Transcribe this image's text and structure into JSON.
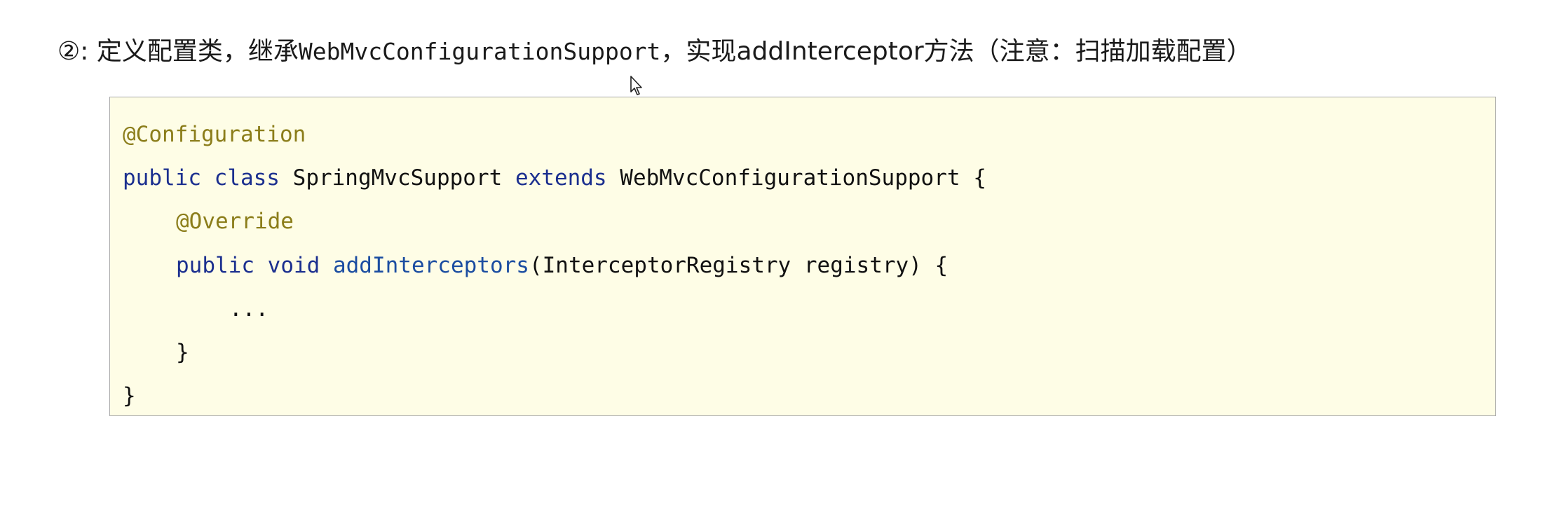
{
  "heading": {
    "prefix": "②: 定义配置类，继承",
    "class_name": "WebMvcConfigurationSupport",
    "middle": "，实现",
    "method_name": "addInterceptor",
    "suffix": "方法（注意：扫描加载配置）"
  },
  "code": {
    "line1": {
      "annotation": "@Configuration"
    },
    "line2": {
      "kw_public": "public",
      "kw_class": "class",
      "class_name": "SpringMvcSupport",
      "kw_extends": "extends",
      "parent": "WebMvcConfigurationSupport",
      "brace": "{"
    },
    "line3": {
      "annotation": "@Override"
    },
    "line4": {
      "kw_public": "public",
      "kw_void": "void",
      "method": "addInterceptors",
      "params": "(InterceptorRegistry registry) {"
    },
    "line5": {
      "text": "..."
    },
    "line6": {
      "text": "}"
    },
    "line7": {
      "text": "}"
    }
  },
  "colors": {
    "code_background": "#fefde6",
    "annotation": "#8b7d1a",
    "keyword": "#1b2f8f"
  },
  "icons": {
    "cursor": "mouse-pointer-icon"
  }
}
